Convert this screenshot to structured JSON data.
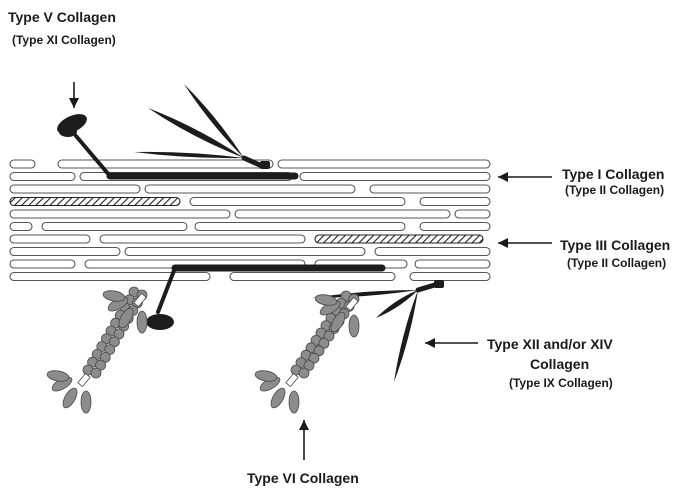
{
  "labels": {
    "type_v": "Type V Collagen",
    "type_v_alt": "(Type XI Collagen)",
    "type_i": "Type I Collagen",
    "type_i_alt": "(Type II Collagen)",
    "type_iii": "Type III Collagen",
    "type_iii_alt": "(Type II Collagen)",
    "type_xii_line1": "Type XII and/or XIV",
    "type_xii_line2": "Collagen",
    "type_xii_alt": "(Type IX Collagen)",
    "type_vi": "Type VI Collagen"
  },
  "colors": {
    "fibril_outline": "#555555",
    "dark": "#1c1c1c",
    "bead": "#8c8c8c",
    "bead_stroke": "#4a4a4a"
  }
}
